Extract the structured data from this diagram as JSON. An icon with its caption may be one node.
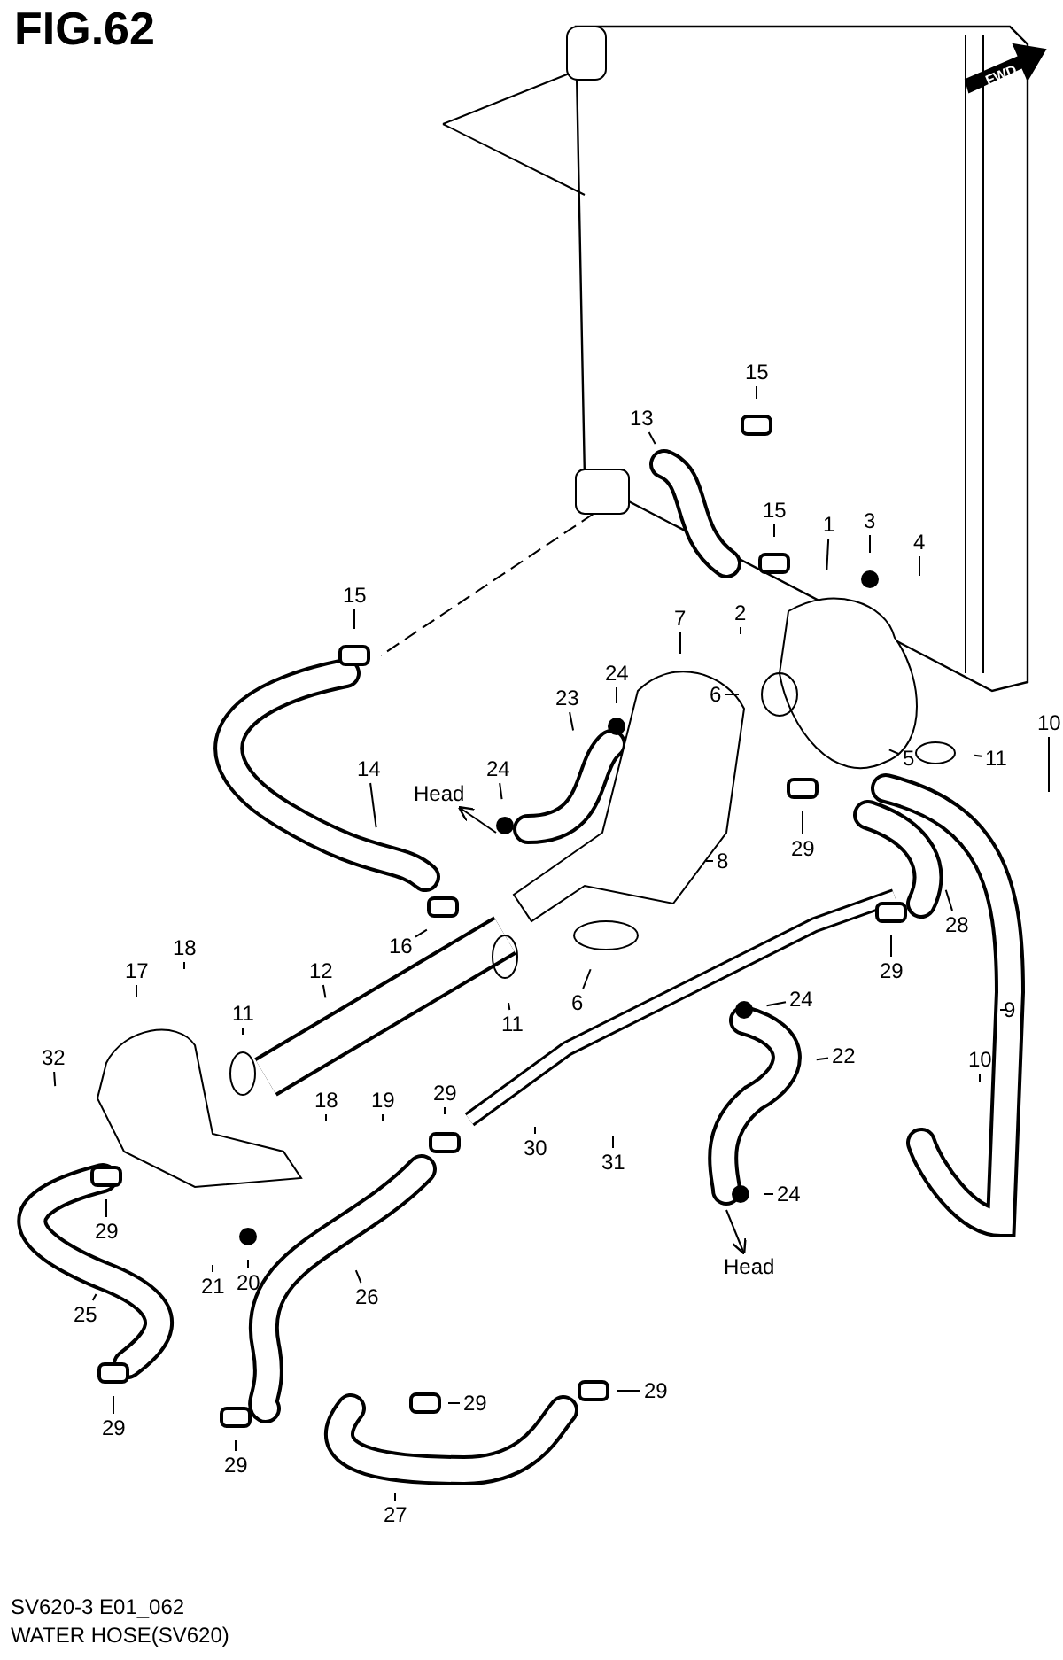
{
  "diagram": {
    "nodes": [
      {
        "text": [
          "15"
        ]
      },
      {
        "text": [
          "13"
        ]
      },
      {
        "text": [
          "15"
        ]
      },
      {
        "text": [
          "1"
        ]
      },
      {
        "text": [
          "3"
        ]
      },
      {
        "text": [
          "4"
        ]
      },
      {
        "text": [
          "2"
        ]
      },
      {
        "text": [
          "15"
        ]
      },
      {
        "text": [
          "7"
        ]
      },
      {
        "text": [
          "24"
        ]
      },
      {
        "text": [
          "23"
        ]
      },
      {
        "text": [
          "6"
        ]
      },
      {
        "text": [
          "5"
        ]
      },
      {
        "text": [
          "11"
        ]
      },
      {
        "text": [
          "10"
        ]
      },
      {
        "text": [
          "14"
        ]
      },
      {
        "text": [
          "24"
        ]
      },
      {
        "text": [
          "Head"
        ]
      },
      {
        "text": [
          "29"
        ]
      },
      {
        "text": [
          "8"
        ]
      },
      {
        "text": [
          "16"
        ]
      },
      {
        "text": [
          "28"
        ]
      },
      {
        "text": [
          "6"
        ]
      },
      {
        "text": [
          "29"
        ]
      },
      {
        "text": [
          "12"
        ]
      },
      {
        "text": [
          "18"
        ]
      },
      {
        "text": [
          "17"
        ]
      },
      {
        "text": [
          "11"
        ]
      },
      {
        "text": [
          "11"
        ]
      },
      {
        "text": [
          "24"
        ]
      },
      {
        "text": [
          "9"
        ]
      },
      {
        "text": [
          "22"
        ]
      },
      {
        "text": [
          "32"
        ]
      },
      {
        "text": [
          "10"
        ]
      },
      {
        "text": [
          "18"
        ]
      },
      {
        "text": [
          "19"
        ]
      },
      {
        "text": [
          "29"
        ]
      },
      {
        "text": [
          "30"
        ]
      },
      {
        "text": [
          "31"
        ]
      },
      {
        "text": [
          "24"
        ]
      },
      {
        "text": [
          "Head"
        ]
      },
      {
        "text": [
          "29"
        ]
      },
      {
        "text": [
          "21"
        ]
      },
      {
        "text": [
          "20"
        ]
      },
      {
        "text": [
          "25"
        ]
      },
      {
        "text": [
          "26"
        ]
      },
      {
        "text": [
          "29"
        ]
      },
      {
        "text": [
          "29"
        ]
      },
      {
        "text": [
          "29"
        ]
      },
      {
        "text": [
          "29"
        ]
      },
      {
        "text": [
          "27"
        ]
      }
    ],
    "edges": [
      {
        "from": 0,
        "to": null,
        "arrow": "none"
      },
      {
        "from": 1,
        "to": null,
        "arrow": "none"
      },
      {
        "from": 2,
        "to": null,
        "arrow": "none"
      },
      {
        "from": 3,
        "to": null,
        "arrow": "none"
      },
      {
        "from": 4,
        "to": null,
        "arrow": "none"
      },
      {
        "from": 5,
        "to": null,
        "arrow": "none"
      },
      {
        "from": 6,
        "to": null,
        "arrow": "none"
      },
      {
        "from": 7,
        "to": null,
        "arrow": "none"
      },
      {
        "from": 8,
        "to": null,
        "arrow": "none"
      },
      {
        "from": 9,
        "to": null,
        "arrow": "none"
      },
      {
        "from": 10,
        "to": null,
        "arrow": "none"
      },
      {
        "from": 11,
        "to": null,
        "arrow": "none"
      },
      {
        "from": 12,
        "to": null,
        "arrow": "none"
      },
      {
        "from": 13,
        "to": null,
        "arrow": "none"
      },
      {
        "from": 14,
        "to": null,
        "arrow": "none"
      },
      {
        "from": 15,
        "to": null,
        "arrow": "none"
      },
      {
        "from": 16,
        "to": null,
        "arrow": "none"
      },
      {
        "from": null,
        "to": 17,
        "arrow": "to"
      },
      {
        "from": 18,
        "to": null,
        "arrow": "none"
      },
      {
        "from": 19,
        "to": null,
        "arrow": "none"
      },
      {
        "from": 20,
        "to": null,
        "arrow": "none"
      },
      {
        "from": 21,
        "to": null,
        "arrow": "none"
      },
      {
        "from": 22,
        "to": null,
        "arrow": "none"
      },
      {
        "from": 23,
        "to": null,
        "arrow": "none"
      },
      {
        "from": 24,
        "to": null,
        "arrow": "none"
      },
      {
        "from": 25,
        "to": null,
        "arrow": "none"
      },
      {
        "from": 26,
        "to": null,
        "arrow": "none"
      },
      {
        "from": 27,
        "to": null,
        "arrow": "none"
      },
      {
        "from": 28,
        "to": null,
        "arrow": "none"
      },
      {
        "from": 29,
        "to": null,
        "arrow": "none"
      },
      {
        "from": 30,
        "to": null,
        "arrow": "none"
      },
      {
        "from": 31,
        "to": null,
        "arrow": "none"
      },
      {
        "from": 32,
        "to": null,
        "arrow": "none"
      },
      {
        "from": 33,
        "to": null,
        "arrow": "none"
      },
      {
        "from": 34,
        "to": null,
        "arrow": "none"
      },
      {
        "from": 35,
        "to": null,
        "arrow": "none"
      },
      {
        "from": 36,
        "to": null,
        "arrow": "none"
      },
      {
        "from": 37,
        "to": null,
        "arrow": "none"
      },
      {
        "from": 38,
        "to": null,
        "arrow": "none"
      },
      {
        "from": 39,
        "to": null,
        "arrow": "none"
      },
      {
        "from": null,
        "to": 40,
        "arrow": "to"
      },
      {
        "from": 41,
        "to": null,
        "arrow": "none"
      },
      {
        "from": 42,
        "to": null,
        "arrow": "none"
      },
      {
        "from": 43,
        "to": null,
        "arrow": "none"
      },
      {
        "from": 44,
        "to": null,
        "arrow": "none"
      },
      {
        "from": 45,
        "to": null,
        "arrow": "none"
      },
      {
        "from": 46,
        "to": null,
        "arrow": "none"
      },
      {
        "from": 47,
        "to": null,
        "arrow": "none"
      },
      {
        "from": 48,
        "to": null,
        "arrow": "none"
      },
      {
        "from": 49,
        "to": null,
        "arrow": "none"
      },
      {
        "from": 50,
        "to": null,
        "arrow": "none"
      }
    ],
    "labels": [
      "FIG.62",
      "FWD",
      "SV620-3 E01_062",
      "WATER HOSE(SV620)"
    ]
  }
}
